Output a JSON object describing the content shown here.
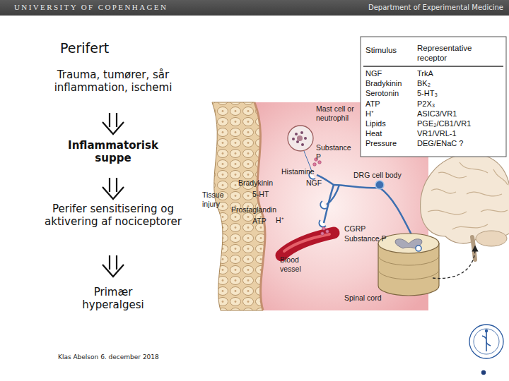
{
  "diagram": {
    "title": "Perifert",
    "labels": [
      "UNIVERSITY OF COPENHAGEN",
      "Department of Experimental Medicine",
      "Trauma, tumører, sår inflammation, ischemi",
      "Inflammatorisk suppe",
      "Perifer sensitisering og aktivering af nociceptorer",
      "Primær hyperalgesi",
      "Stimulus",
      "Representative receptor",
      "NGF",
      "TrkA",
      "Bradykinin",
      "BK₂",
      "Serotonin",
      "5-HT₃",
      "ATP",
      "P2X₃",
      "H⁺",
      "ASIC3/VR1",
      "Lipids",
      "PGE₂/CB1/VR1",
      "Heat",
      "VR1/VRL-1",
      "Pressure",
      "DEG/ENaC ?",
      "Mast cell or neutrophil",
      "Substance P",
      "Histamine",
      "NGF",
      "Bradykinin",
      "5-HT",
      "Tissue injury",
      "Prostaglandin",
      "ATP",
      "H⁺",
      "CGRP",
      "Substance P",
      "Blood vessel",
      "DRG cell body",
      "Spinal cord",
      "Klas Abelson 6. december 2018"
    ]
  }
}
